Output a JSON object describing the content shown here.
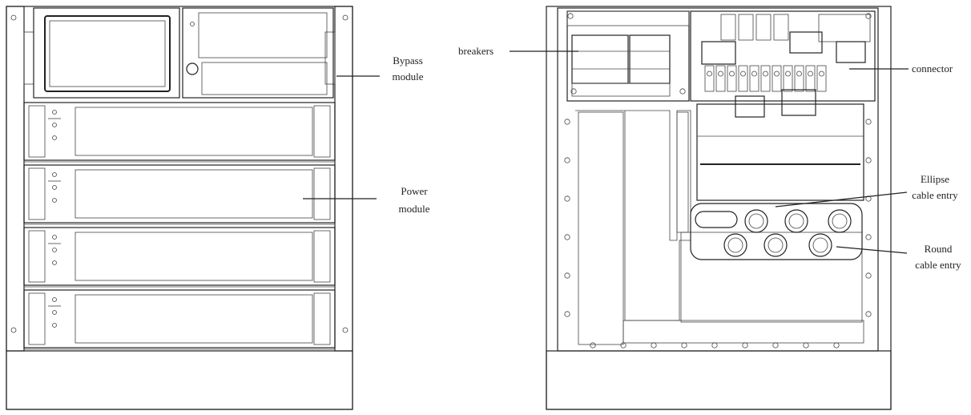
{
  "labels": {
    "bypass_line1": "Bypass",
    "bypass_line2": "module",
    "power_line1": "Power",
    "power_line2": "module",
    "breakers": "breakers",
    "connector": "connector",
    "ellipse_line1": "Ellipse",
    "ellipse_line2": "cable entry",
    "round_line1": "Round",
    "round_line2": "cable entry"
  },
  "colors": {
    "line": "#222222",
    "background": "#ffffff"
  }
}
